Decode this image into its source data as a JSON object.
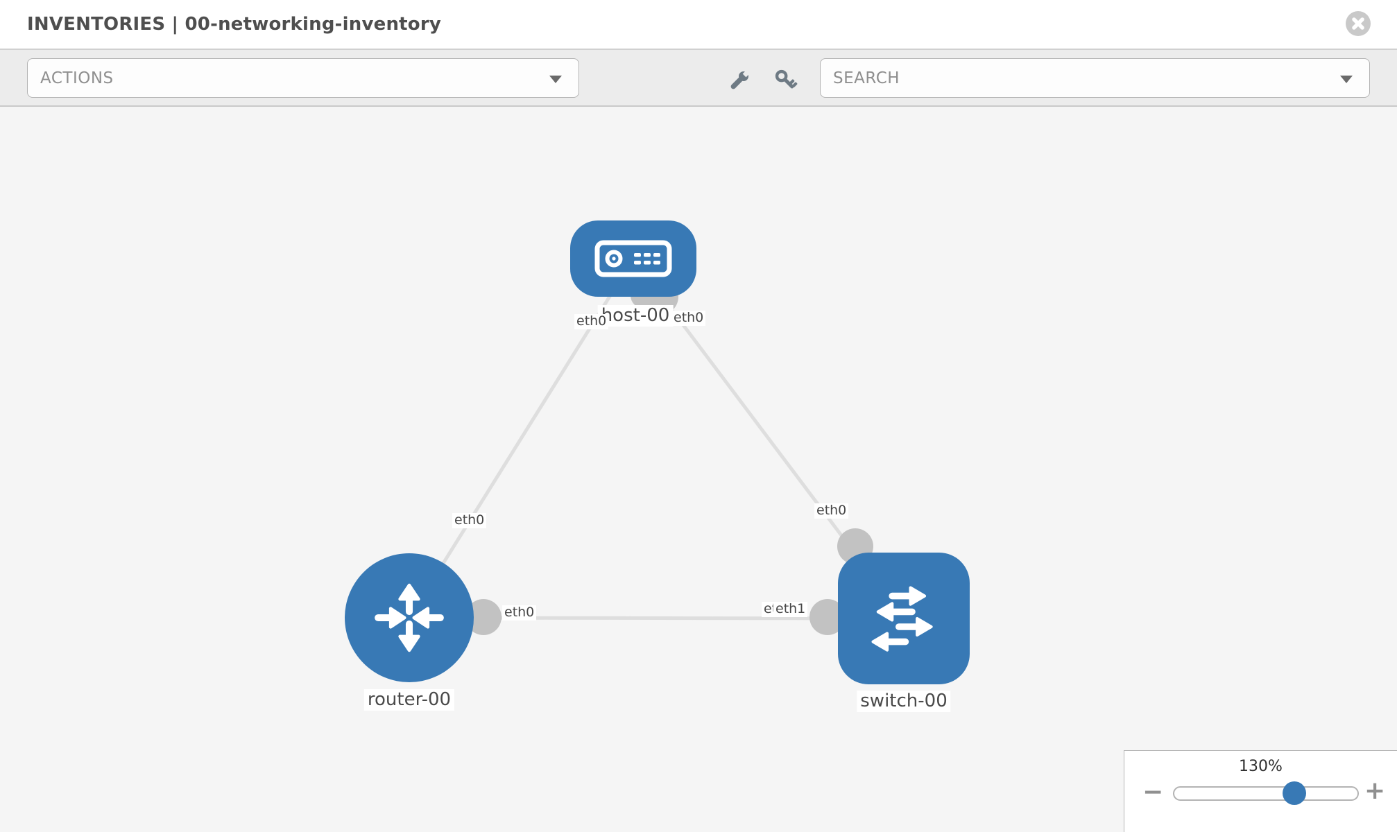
{
  "header": {
    "title": "INVENTORIES | 00-networking-inventory"
  },
  "toolbar": {
    "actions": {
      "label": "ACTIONS"
    },
    "search": {
      "label": "SEARCH"
    },
    "icons": [
      "wrench-icon",
      "key-icon"
    ]
  },
  "canvas": {
    "nodes": [
      {
        "id": "host-00",
        "type": "host",
        "label": "host-00"
      },
      {
        "id": "router-00",
        "type": "router",
        "label": "router-00"
      },
      {
        "id": "switch-00",
        "type": "switch",
        "label": "switch-00"
      }
    ],
    "links": [
      {
        "from": "host-00",
        "to": "router-00",
        "from_if": "eth0",
        "to_if": "eth0"
      },
      {
        "from": "host-00",
        "to": "switch-00",
        "from_if": "eth0",
        "to_if": "eth0"
      },
      {
        "from": "router-00",
        "to": "switch-00",
        "from_if": "eth0",
        "to_if": "eth1"
      }
    ],
    "interface_labels": {
      "host_left": "eth0",
      "host_right": "eth0",
      "host_router_mid": "eth0",
      "host_switch_mid": "eth0",
      "router_switch_router_end": "eth0",
      "router_switch_switch_end_back": "eth0",
      "router_switch_switch_end_front": "eth1"
    }
  },
  "zoom_control": {
    "level": "130%",
    "minus": "−",
    "plus": "+"
  },
  "colors": {
    "node_blue": "#3879b5",
    "link_gray": "#dedede",
    "port_gray": "#c2c2c2",
    "accent_thumb": "#3879b5"
  }
}
